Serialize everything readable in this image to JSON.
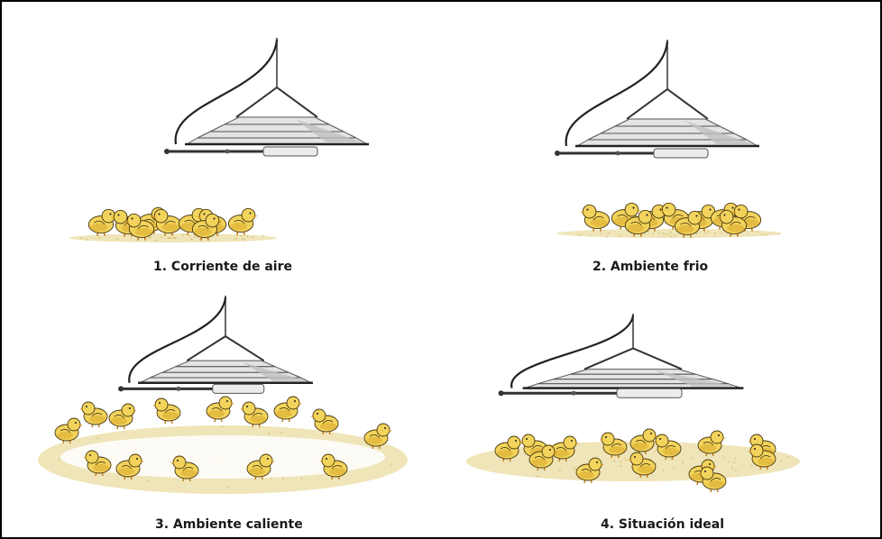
{
  "panels": [
    {
      "caption": "1. Corriente de aire"
    },
    {
      "caption": "2. Ambiente frio"
    },
    {
      "caption": "3. Ambiente caliente"
    },
    {
      "caption": "4. Situación ideal"
    }
  ],
  "colors": {
    "chick_body": "#f2d35c",
    "chick_shade": "#d9a92c",
    "chick_outline": "#4a3a12",
    "ground": "#eadca0",
    "lamp_line": "#333333",
    "lamp_shade": "#bfbfbf",
    "frame": "#000000"
  }
}
